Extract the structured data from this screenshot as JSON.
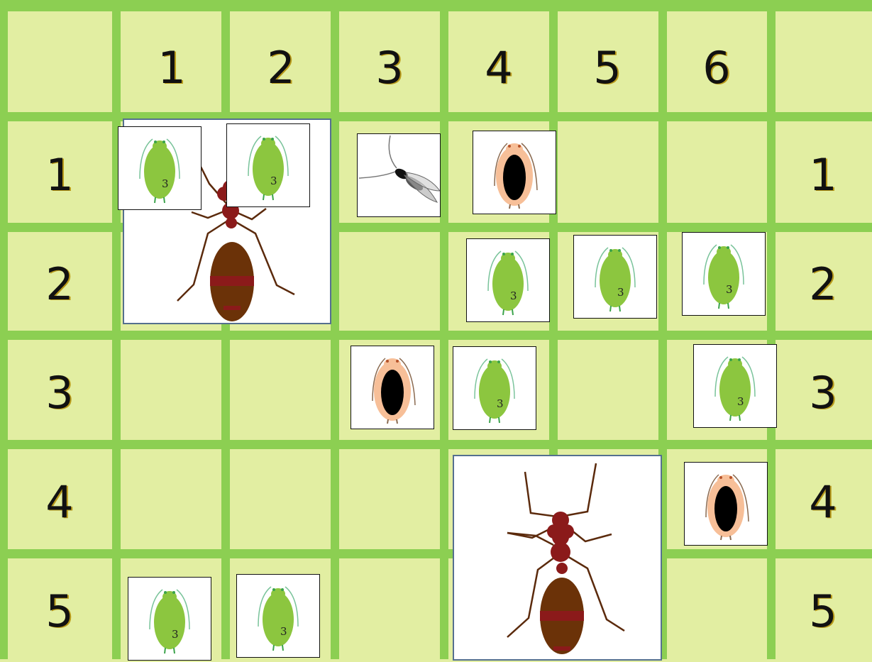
{
  "board": {
    "column_labels": [
      "1",
      "2",
      "3",
      "4",
      "5",
      "6"
    ],
    "row_labels_left": [
      "1",
      "2",
      "3",
      "4",
      "5"
    ],
    "row_labels_right": [
      "1",
      "2",
      "3",
      "4",
      "5"
    ]
  },
  "pieces": {
    "aphid_number": "3",
    "icons": {
      "aphid": "green-aphid-icon",
      "parasitized_aphid": "mummy-aphid-icon",
      "wasp": "parasitic-wasp-icon",
      "ant": "red-ant-icon"
    }
  },
  "colors": {
    "cell": "#e2eea2",
    "grid_line": "#8ccf52",
    "aphid_body": "#8cc63f",
    "ant_body": "#8b1a1a",
    "ant_abdomen": "#6b3208",
    "mummy_shell": "#f7bf98"
  }
}
